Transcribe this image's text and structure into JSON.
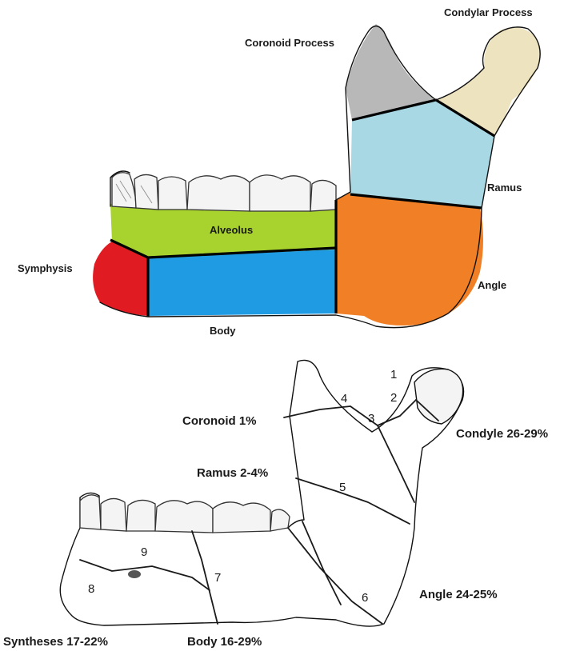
{
  "top_diagram": {
    "labels": {
      "coronoid_process": "Coronoid Process",
      "condylar_process": "Condylar Process",
      "ramus": "Ramus",
      "alveolus": "Alveolus",
      "symphysis": "Symphysis",
      "angle": "Angle",
      "body": "Body"
    },
    "region_colors": {
      "coronoid_process": "#b8b8b8",
      "condylar_process": "#eee3bf",
      "ramus": "#a8d8e4",
      "alveolus": "#a8d32f",
      "symphysis": "#e11b22",
      "body": "#1f9be3",
      "angle": "#f07f25"
    }
  },
  "bottom_diagram": {
    "labels": {
      "coronoid": "Coronoid 1%",
      "condyle": "Condyle 26-29%",
      "ramus": "Ramus 2-4%",
      "angle": "Angle 24-25%",
      "syntheses": "Syntheses 17-22%",
      "body": "Body 16-29%"
    },
    "fracture_numbers": [
      "1",
      "2",
      "3",
      "4",
      "5",
      "6",
      "7",
      "8",
      "9"
    ]
  }
}
